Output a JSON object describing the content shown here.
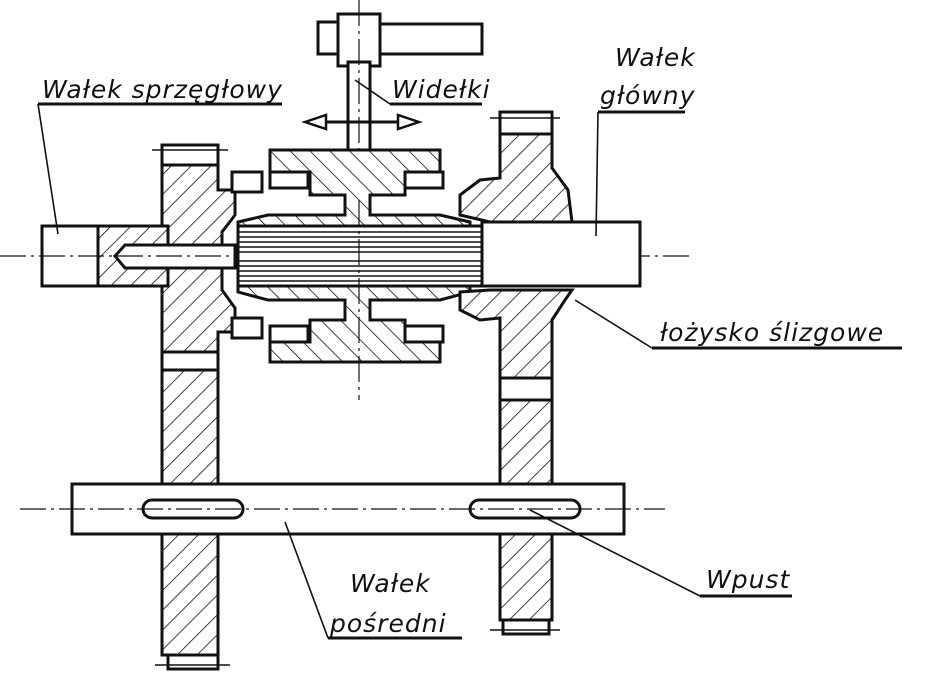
{
  "labels": {
    "coupling_shaft": "Wałek sprzęgłowy",
    "fork": "Widełki",
    "main_shaft_line1": "Wałek",
    "main_shaft_line2": "główny",
    "plain_bearing": "łożysko ślizgowe",
    "intermediate_shaft_line1": "Wałek",
    "intermediate_shaft_line2": "pośredni",
    "key": "Wpust"
  }
}
